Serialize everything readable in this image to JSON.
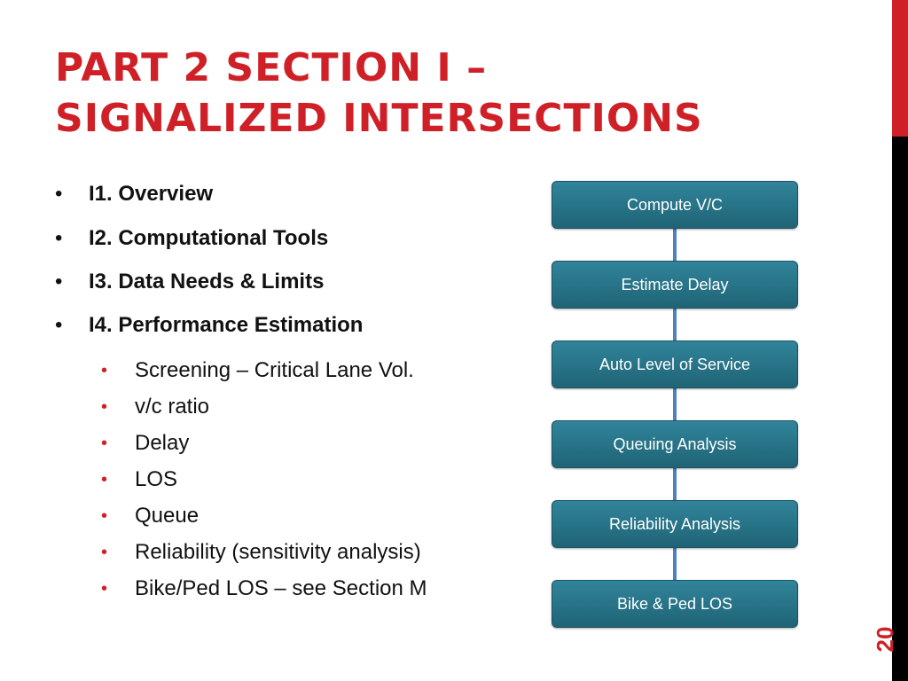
{
  "slide": {
    "title_lines": [
      "PART 2 SECTION I –",
      "SIGNALIZED INTERSECTIONS"
    ],
    "page_number": "20"
  },
  "bullets": [
    {
      "bullet": "•",
      "text": "I1. Overview"
    },
    {
      "bullet": "•",
      "text": "I2. Computational Tools"
    },
    {
      "bullet": "•",
      "text": "I3. Data Needs & Limits"
    },
    {
      "bullet": "•",
      "text": "I4. Performance Estimation"
    }
  ],
  "sub_bullets": [
    {
      "bullet": "•",
      "text": "Screening – Critical Lane Vol."
    },
    {
      "bullet": "•",
      "text": "v/c ratio"
    },
    {
      "bullet": "•",
      "text": "Delay"
    },
    {
      "bullet": "•",
      "text": "LOS"
    },
    {
      "bullet": "•",
      "text": "Queue"
    },
    {
      "bullet": "•",
      "text": "Reliability (sensitivity analysis)"
    },
    {
      "bullet": "•",
      "text": "Bike/Ped LOS – see Section M"
    }
  ],
  "flowchart": {
    "steps": [
      "Compute V/C",
      "Estimate Delay",
      "Auto Level of Service",
      "Queuing Analysis",
      "Reliability Analysis",
      "Bike & Ped LOS"
    ]
  },
  "colors": {
    "accent_red": "#cf2027",
    "box_teal": "#2a7a8f",
    "connector_blue": "#4f81bd",
    "sidebar_black": "#000000"
  }
}
